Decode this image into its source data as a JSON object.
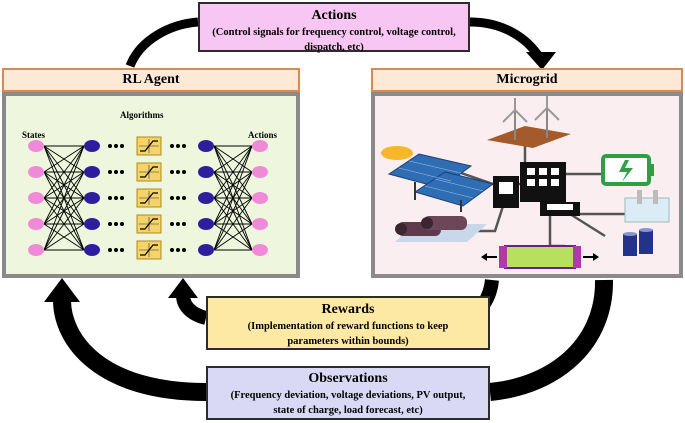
{
  "actions": {
    "title": "Actions",
    "subtitle_line1": "(Control signals for frequency control, voltage control,",
    "subtitle_line2": "dispatch, etc)"
  },
  "rl_agent": {
    "title": "RL Agent",
    "states_label": "States",
    "algorithms_label": "Algorithms",
    "actions_label": "Actions"
  },
  "microgrid": {
    "title": "Microgrid"
  },
  "rewards": {
    "title": "Rewards",
    "subtitle_line1": "(Implementation of reward functions to keep",
    "subtitle_line2": "parameters within bounds)"
  },
  "observations": {
    "title": "Observations",
    "subtitle_line1": "(Frequency deviation, voltage deviations, PV output,",
    "subtitle_line2": "state of charge, load forecast, etc)"
  },
  "colors": {
    "agent_bg": "#eef7dd",
    "microgrid_bg": "#fbeef0",
    "state_node": "#f08ad8",
    "hidden_node": "#2e1e9e",
    "activation_box": "#f5d36b"
  }
}
